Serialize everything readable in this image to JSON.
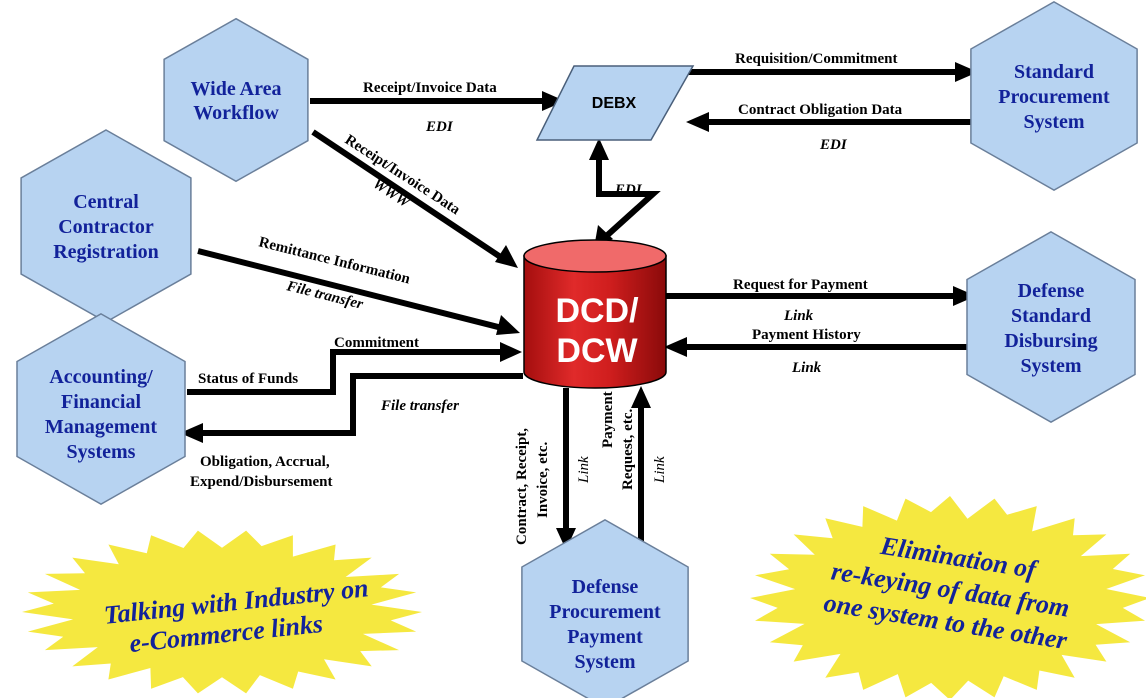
{
  "nodes": {
    "wide_area_workflow": [
      "Wide Area",
      "Workflow"
    ],
    "central_contractor": [
      "Central",
      "Contractor",
      "Registration"
    ],
    "accounting": [
      "Accounting/",
      "Financial",
      "Management",
      "Systems"
    ],
    "standard_procurement": [
      "Standard",
      "Procurement",
      "System"
    ],
    "defense_disbursing": [
      "Defense",
      "Standard",
      "Disbursing",
      "System"
    ],
    "defense_procurement_payment": [
      "Defense",
      "Procurement",
      "Payment",
      "System"
    ],
    "debx": "DEBX",
    "dcd_dcw": [
      "DCD/",
      "DCW"
    ]
  },
  "flows": {
    "receipt_invoice_edi": "Receipt/Invoice Data",
    "edi_1": "EDI",
    "receipt_invoice_www": "Receipt/Invoice Data",
    "www": "WWW",
    "requisition": "Requisition/Commitment",
    "contract_obligation": "Contract Obligation Data",
    "edi_2": "EDI",
    "edi_3": "EDI",
    "remittance": "Remittance Information",
    "file_transfer_1": "File transfer",
    "commitment": "Commitment",
    "status_of_funds": "Status of Funds",
    "file_transfer_2": "File transfer",
    "obligation": [
      "Obligation, Accrual,",
      "Expend/Disbursement"
    ],
    "request_for_payment": "Request for Payment",
    "link_1": "Link",
    "payment_history": "Payment History",
    "link_2": "Link",
    "contract_receipt": [
      "Contract, Receipt,",
      "Invoice, etc."
    ],
    "link_3": "Link",
    "payment_request": [
      "Payment",
      "Request, etc."
    ],
    "link_4": "Link"
  },
  "callouts": {
    "talking": [
      "Talking with Industry on",
      "e-Commerce links"
    ],
    "elimination": [
      "Elimination of",
      "re-keying of data from",
      "one system to the other"
    ]
  },
  "colors": {
    "hexagon_fill": "#b7d3f1",
    "node_text": "#12229a",
    "center_fill": "#cc1a1a",
    "burst_fill": "#f5e840"
  }
}
